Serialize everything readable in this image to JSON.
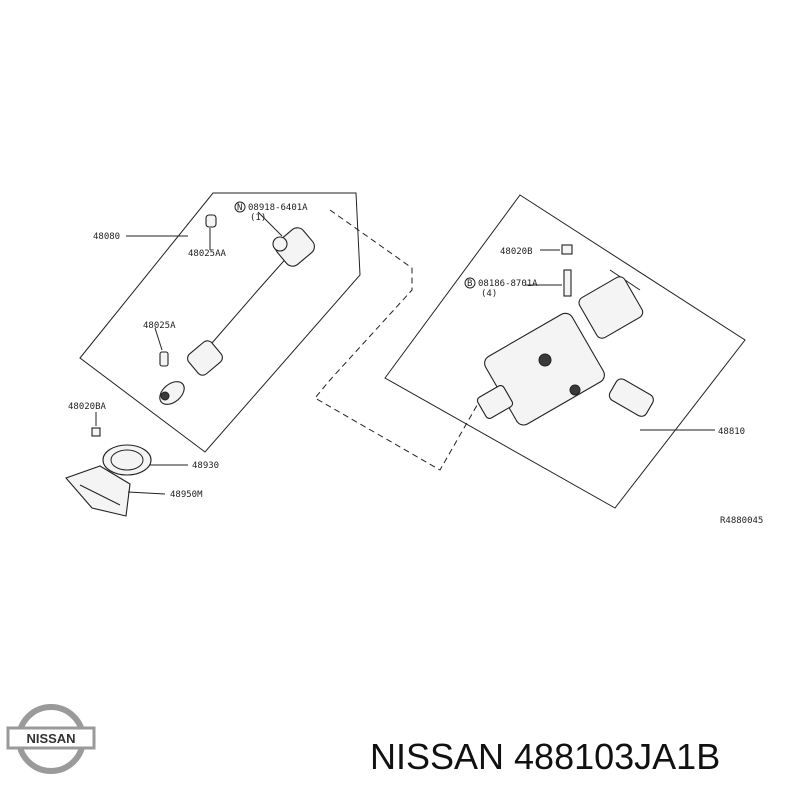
{
  "diagram": {
    "labels": {
      "part_48080": "48080",
      "nut_code": "08918-6401A",
      "nut_qty": "(1)",
      "part_48025aa": "48025AA",
      "part_48025a": "48025A",
      "part_48020ba": "48020BA",
      "part_48930": "48930",
      "part_48950m": "48950M",
      "part_48020b": "48020B",
      "bolt_code": "08186-8701A",
      "bolt_qty": "(4)",
      "part_48810": "48810",
      "drawing_ref": "R4880045",
      "nut_marker": "N",
      "bolt_marker": "B"
    }
  },
  "brand": {
    "logo_text": "NISSAN",
    "title": "NISSAN 488103JA1B"
  }
}
